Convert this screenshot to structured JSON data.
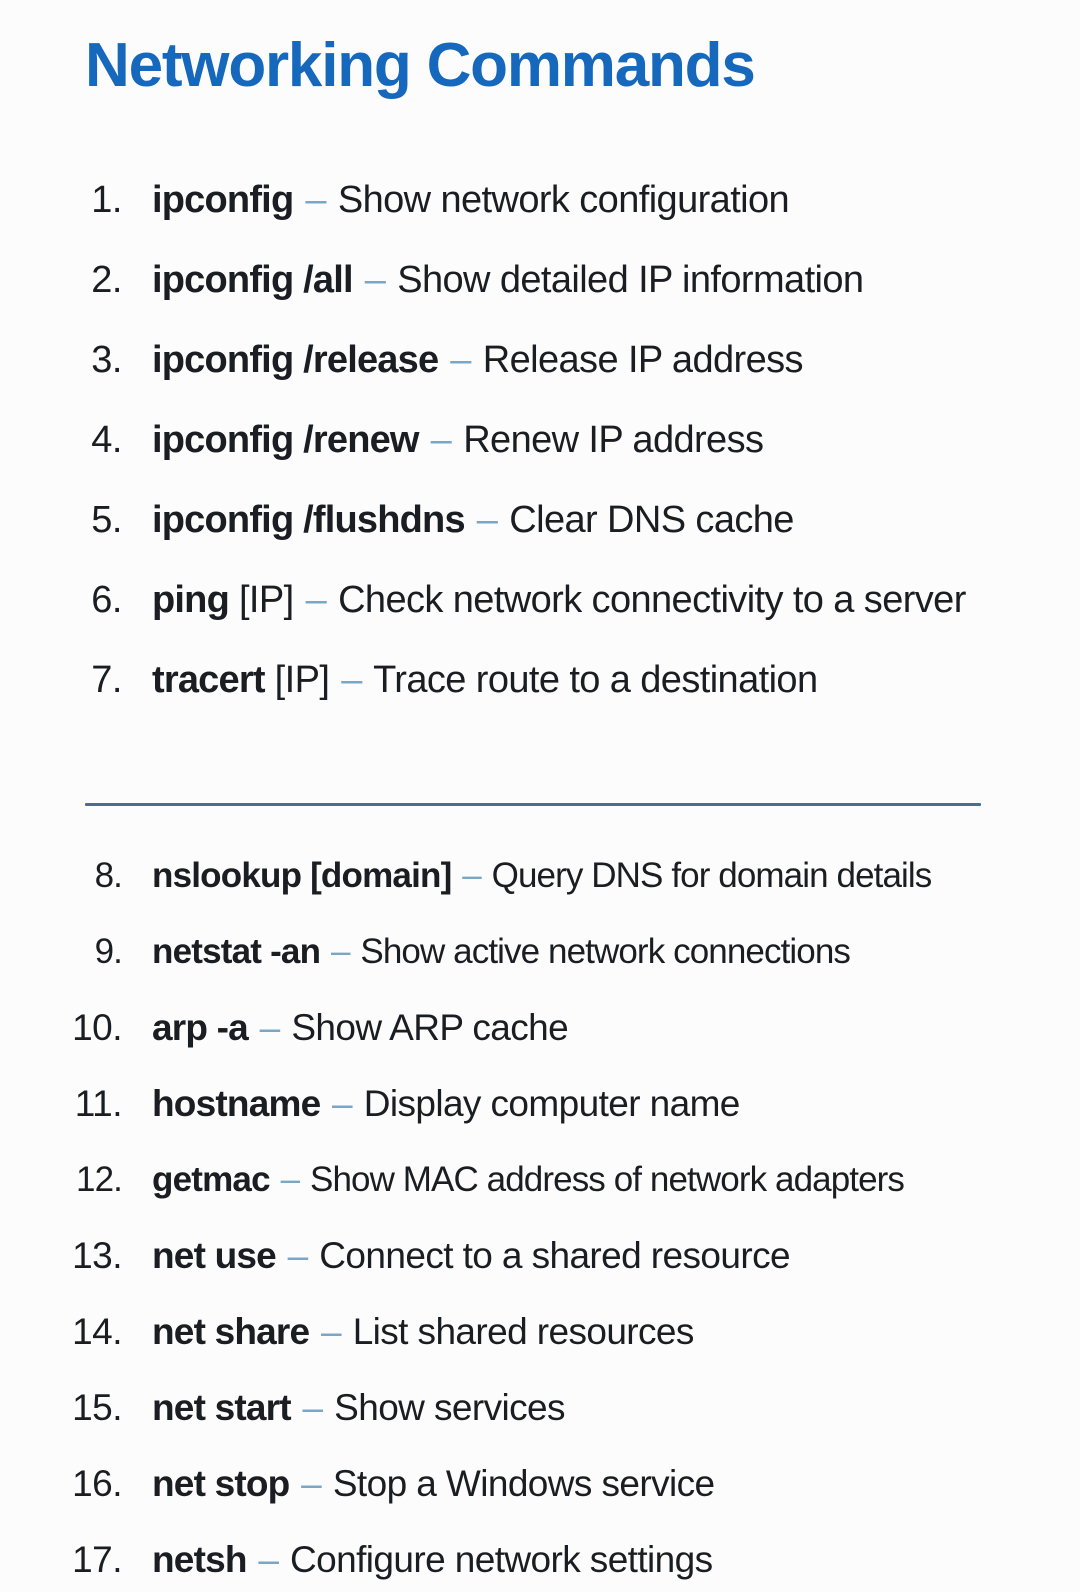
{
  "page": {
    "title": "Networking Commands",
    "title_color": "#1668BD",
    "text_color": "#1A1D21",
    "dash_color": "#7BA7C7",
    "divider_color": "#4A6E91",
    "background": "#FCFCFC",
    "dash": "–"
  },
  "commands": [
    {
      "n": "1.",
      "cmd": "ipconfig",
      "cmd_rest": "",
      "desc": "Show network configuration"
    },
    {
      "n": "2.",
      "cmd": "ipconfig /all",
      "cmd_rest": "",
      "desc": "Show detailed IP information"
    },
    {
      "n": "3.",
      "cmd": "ipconfig /release",
      "cmd_rest": "",
      "desc": "Release IP address"
    },
    {
      "n": "4.",
      "cmd": "ipconfig /renew",
      "cmd_rest": "",
      "desc": "Renew IP address"
    },
    {
      "n": "5.",
      "cmd": "ipconfig /flushdns",
      "cmd_rest": "",
      "desc": "Clear DNS cache"
    },
    {
      "n": "6.",
      "cmd": "ping",
      "cmd_rest": "[IP]",
      "desc": "Check network connectivity to a server"
    },
    {
      "n": "7.",
      "cmd": "tracert",
      "cmd_rest": "[IP]",
      "desc": "Trace route to a destination"
    },
    {
      "n": "8.",
      "cmd": "nslookup [domain]",
      "cmd_rest": "",
      "desc": "Query DNS for domain details"
    },
    {
      "n": "9.",
      "cmd": "netstat -an",
      "cmd_rest": "",
      "desc": "Show active network connections"
    },
    {
      "n": "10.",
      "cmd": "arp -a",
      "cmd_rest": "",
      "desc": "Show ARP cache"
    },
    {
      "n": "11.",
      "cmd": "hostname",
      "cmd_rest": "",
      "desc": "Display computer name"
    },
    {
      "n": "12.",
      "cmd": "getmac",
      "cmd_rest": "",
      "desc": "Show MAC address of network adapters"
    },
    {
      "n": "13.",
      "cmd": "net use",
      "cmd_rest": "",
      "desc": "Connect to a shared resource"
    },
    {
      "n": "14.",
      "cmd": "net share",
      "cmd_rest": "",
      "desc": "List shared resources"
    },
    {
      "n": "15.",
      "cmd": "net start",
      "cmd_rest": "",
      "desc": "Show services"
    },
    {
      "n": "16.",
      "cmd": "net stop",
      "cmd_rest": "",
      "desc": "Stop a Windows service"
    },
    {
      "n": "17.",
      "cmd": "netsh",
      "cmd_rest": "",
      "desc": "Configure network settings"
    }
  ]
}
